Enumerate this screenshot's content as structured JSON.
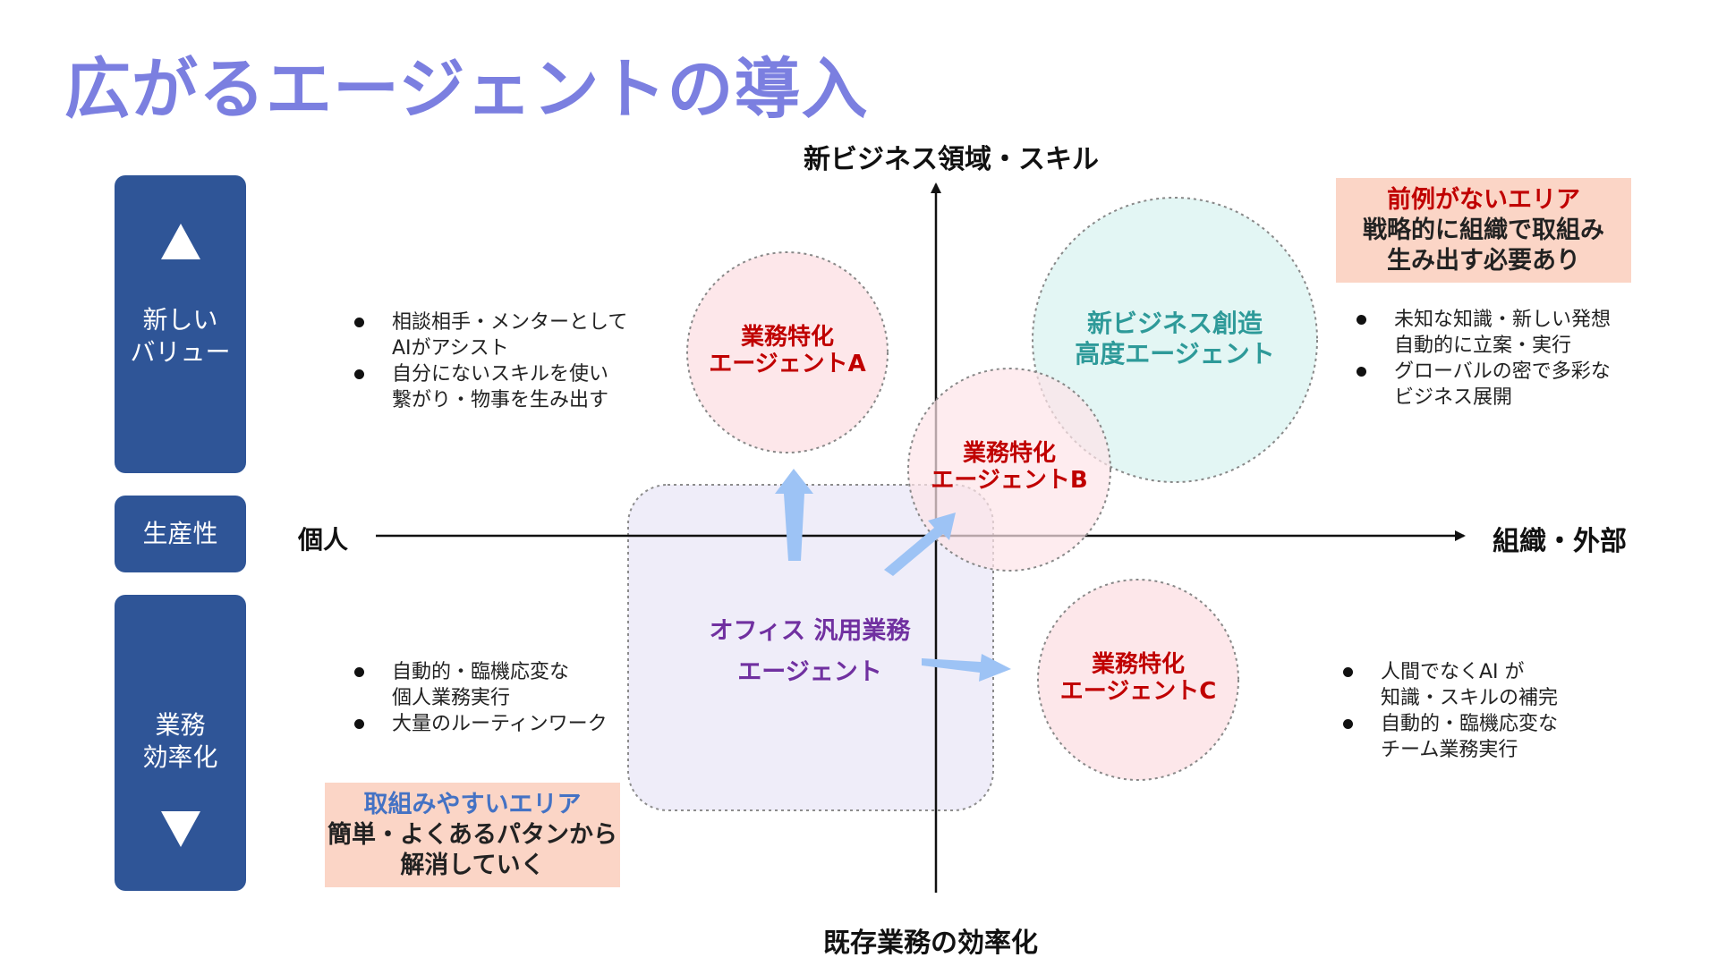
{
  "title": "広がるエージェントの導入",
  "axes": {
    "top": "新ビジネス領域・スキル",
    "bottom": "既存業務の効率化",
    "left": "個人",
    "right": "組織・外部"
  },
  "side": {
    "top_label": "新しい\nバリュー",
    "middle_label": "生産性",
    "bottom_label": "業務\n効率化",
    "top_icon": "triangle-up-icon",
    "bottom_icon": "triangle-down-icon"
  },
  "bullets": {
    "top_left": [
      "相談相手・メンターとして\nAIがアシスト",
      "自分にないスキルを使い\n繋がり・物事を生み出す"
    ],
    "bottom_left": [
      "自動的・臨機応変な\n個人業務実行",
      "大量のルーティンワーク"
    ],
    "top_right": [
      "未知な知識・新しい発想\n自動的に立案・実行",
      "グローバルの密で多彩な\nビジネス展開"
    ],
    "bottom_right": [
      "人間でなくAI が\n知識・スキルの補完",
      "自動的・臨機応変な\nチーム業務実行"
    ]
  },
  "callouts": {
    "top_right": {
      "head": "前例がないエリア",
      "body": "戦略的に組織で取組み\n生み出す必要あり"
    },
    "bottom_left": {
      "head": "取組みやすいエリア",
      "body": "簡単・よくあるパタンから\n解消していく"
    }
  },
  "nodes": {
    "office": "オフィス 汎用業務\nエージェント",
    "agent_a": "業務特化\nエージェントA",
    "agent_b": "業務特化\nエージェントB",
    "agent_c": "業務特化\nエージェントC",
    "new_business": "新ビジネス創造\n高度エージェント"
  },
  "colors": {
    "title": "#7b7fe0",
    "side_panel": "#2f5597",
    "callout_bg": "#fbd5c6",
    "callout_red": "#c00000",
    "callout_blue": "#4472c4",
    "office_text": "#7030a0",
    "agent_text": "#c00000",
    "new_business_text": "#2e9a99",
    "arrow": "#9dc3f5"
  }
}
